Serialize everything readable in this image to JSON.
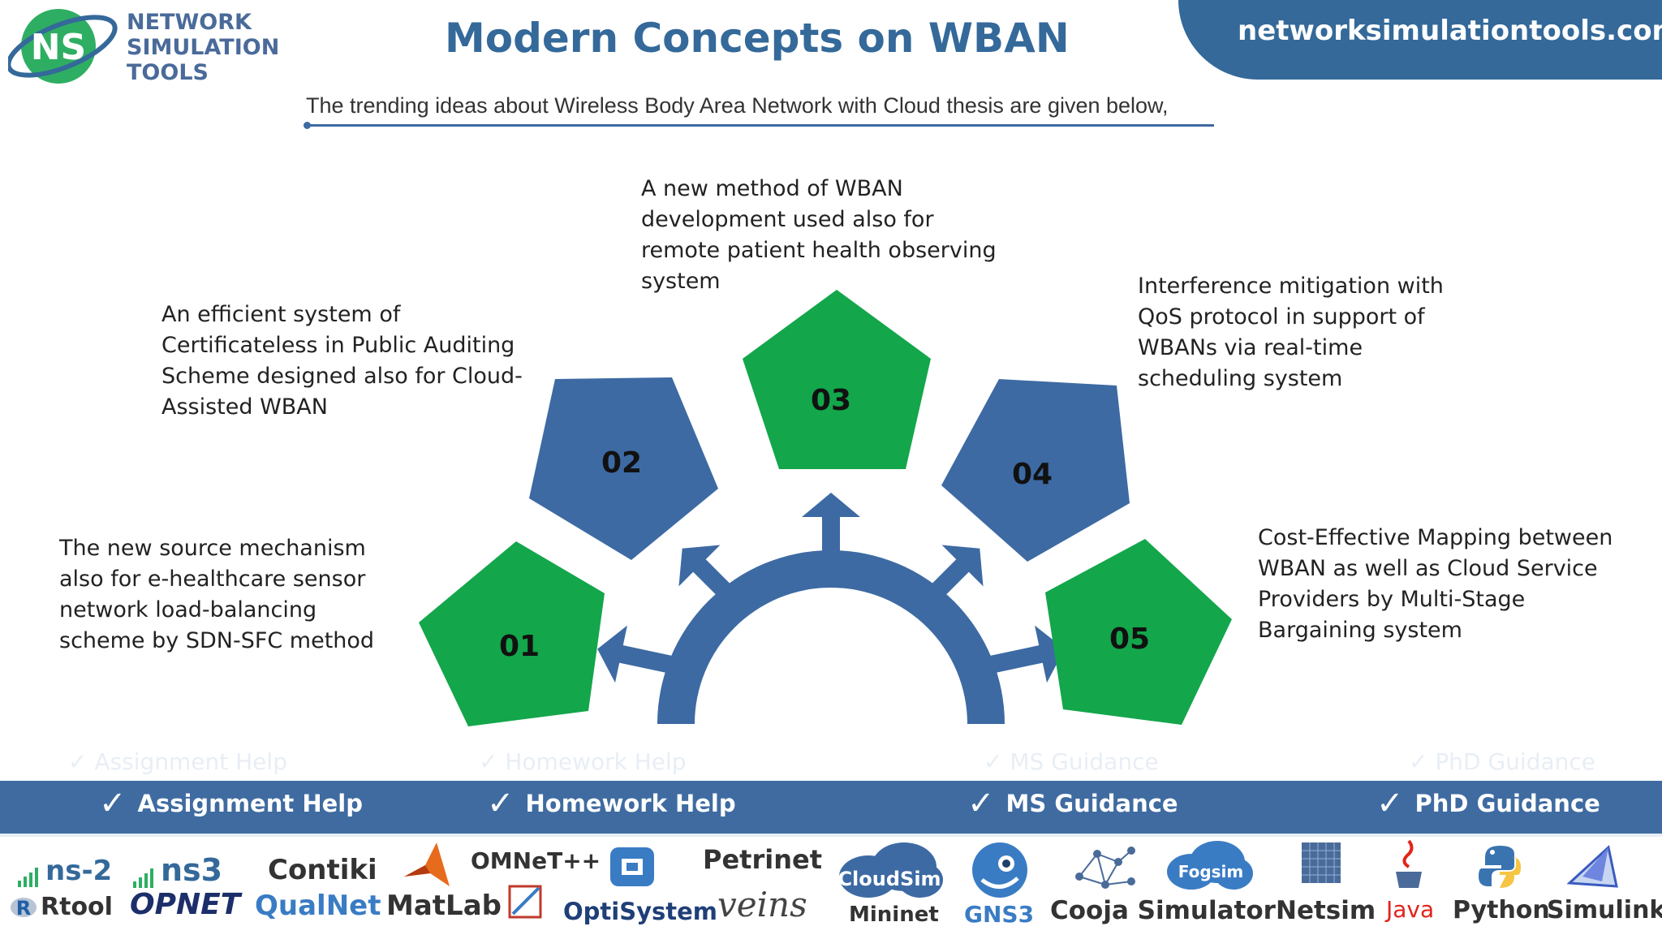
{
  "logo": {
    "mark": "NS",
    "line1": "NETWORK",
    "line2": "SIMULATION",
    "line3": "TOOLS"
  },
  "header": {
    "title": "Modern Concepts on WBAN",
    "site": "networksimulationtools.com",
    "subtitle": "The trending ideas about Wireless Body Area Network with Cloud thesis are given below,"
  },
  "colors": {
    "primary_blue": "#3d6aa3",
    "accent_green": "#13a64b",
    "header_blue": "#34699a"
  },
  "ideas": [
    {
      "number": "01",
      "text": [
        "The new source mechanism",
        "also for e-healthcare sensor",
        "network load-balancing",
        "scheme by SDN-SFC method"
      ]
    },
    {
      "number": "02",
      "text": [
        "An efficient system of",
        "Certificateless in Public Auditing",
        "Scheme designed also for Cloud-",
        "Assisted WBAN"
      ]
    },
    {
      "number": "03",
      "text": [
        "A new method of WBAN",
        "development used also for",
        "remote patient health observing",
        "system"
      ]
    },
    {
      "number": "04",
      "text": [
        "Interference mitigation with",
        "QoS protocol in support of",
        "WBANs via real-time",
        "scheduling system"
      ]
    },
    {
      "number": "05",
      "text": [
        "Cost-Effective Mapping between",
        "WBAN as well as Cloud Service",
        "Providers by Multi-Stage",
        "Bargaining system"
      ]
    }
  ],
  "services": {
    "check": "✓",
    "items": [
      "Assignment Help",
      "Homework Help",
      "MS  Guidance",
      "PhD  Guidance"
    ]
  },
  "tools": {
    "ns2": "ns-2",
    "ns3": "ns3",
    "contiki": "Contiki",
    "omnet": "OMNeT++",
    "petrinet": "Petrinet",
    "rtool": "Rtool",
    "opnet": "OPNET",
    "qualnet": "QualNet",
    "matlab": "MatLab",
    "optisystem": "OptiSystem",
    "veins": "veins",
    "cloudsim": "CloudSim",
    "mininet": "Mininet",
    "gns3": "GNS3",
    "cooja": "Cooja Simulator",
    "fogsim": "Fogsim",
    "netsim": "Netsim",
    "java": "Java",
    "python": "Python",
    "simulink": "Simulink"
  }
}
